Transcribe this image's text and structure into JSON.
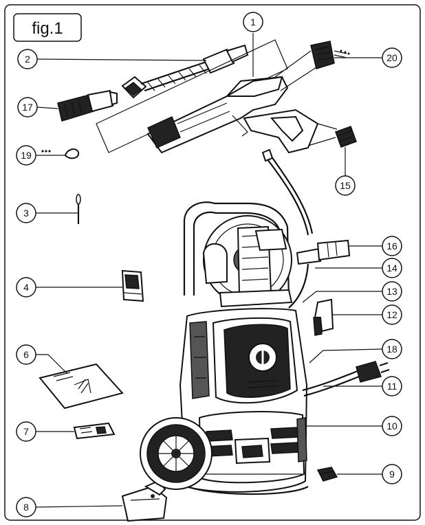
{
  "figure": {
    "label": "fig.1"
  },
  "callouts": [
    {
      "id": "1",
      "label": "1"
    },
    {
      "id": "2",
      "label": "2"
    },
    {
      "id": "3",
      "label": "3"
    },
    {
      "id": "4",
      "label": "4"
    },
    {
      "id": "6",
      "label": "6"
    },
    {
      "id": "7",
      "label": "7"
    },
    {
      "id": "8",
      "label": "8"
    },
    {
      "id": "9",
      "label": "9"
    },
    {
      "id": "10",
      "label": "10"
    },
    {
      "id": "11",
      "label": "11"
    },
    {
      "id": "12",
      "label": "12"
    },
    {
      "id": "13",
      "label": "13"
    },
    {
      "id": "14",
      "label": "14"
    },
    {
      "id": "15",
      "label": "15"
    },
    {
      "id": "16",
      "label": "16"
    },
    {
      "id": "17",
      "label": "17"
    },
    {
      "id": "18",
      "label": "18"
    },
    {
      "id": "19",
      "label": "19"
    },
    {
      "id": "20",
      "label": "20"
    }
  ]
}
